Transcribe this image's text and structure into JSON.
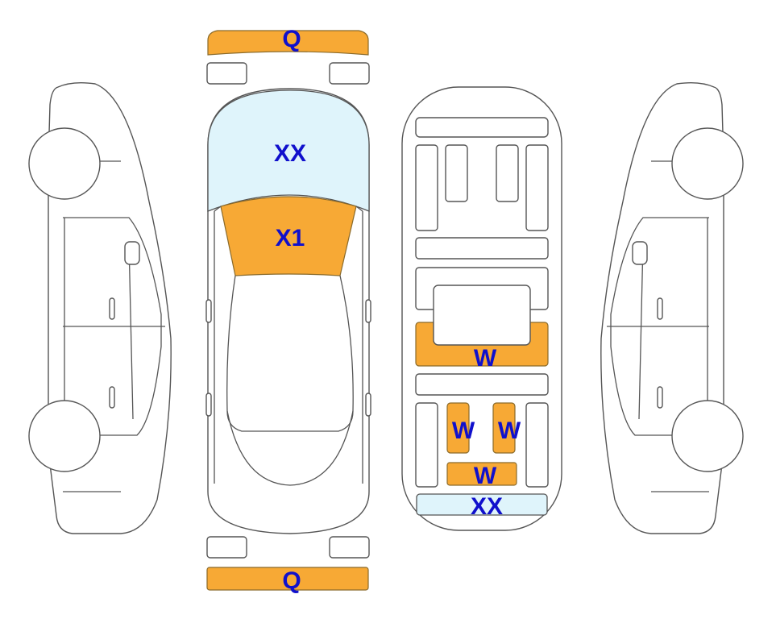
{
  "colors": {
    "damage_fill": "#f7a935",
    "glass_fill": "#dff4fb",
    "label_color": "#1010cc",
    "outline": "#555555"
  },
  "labels": {
    "front_bumper": "Q",
    "rear_bumper": "Q",
    "windshield": "XX",
    "hood_area": "X1",
    "interior_mid_bar": "W",
    "interior_left_seat": "W",
    "interior_right_seat": "W",
    "interior_rear_bar": "W",
    "interior_rear_glass": "XX"
  }
}
